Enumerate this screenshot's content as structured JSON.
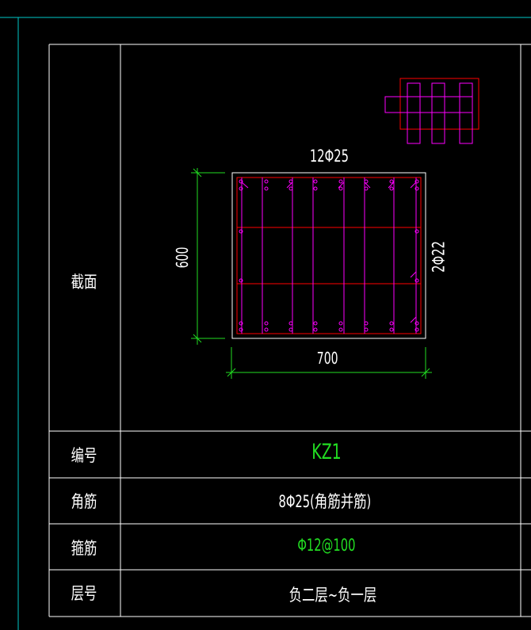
{
  "top_label": "12Φ25",
  "side_label": "2Φ22",
  "dim_height": "600",
  "dim_width": "700",
  "rows": {
    "section_label": "截面",
    "id_label": "编号",
    "id_value": "KZ1",
    "corner_label": "角筋",
    "corner_value": "8Φ25(角筋并筋)",
    "stirrup_label": "箍筋",
    "stirrup_value": "Φ12@100",
    "floor_label": "层号",
    "floor_value": "负二层~负一层"
  },
  "colors": {
    "frame": "#00c8c8",
    "table": "#ffffff",
    "rebar_magenta": "#ff00ff",
    "rebar_red": "#ff0000",
    "dimension": "#22dd22"
  }
}
